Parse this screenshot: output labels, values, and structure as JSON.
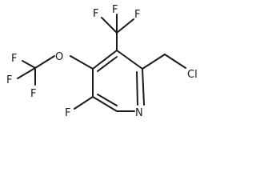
{
  "molecule": {
    "atoms": {
      "f_top_left": "F",
      "f_top_right": "F",
      "f_cf3_top_mid": "F",
      "f_ocf3_left_top": "F",
      "f_ocf3_left_mid": "F",
      "f_ocf3_bottom": "F",
      "oxygen": "O",
      "fluoro_ring": "F",
      "nitrogen": "N",
      "chlorine": "Cl"
    }
  }
}
